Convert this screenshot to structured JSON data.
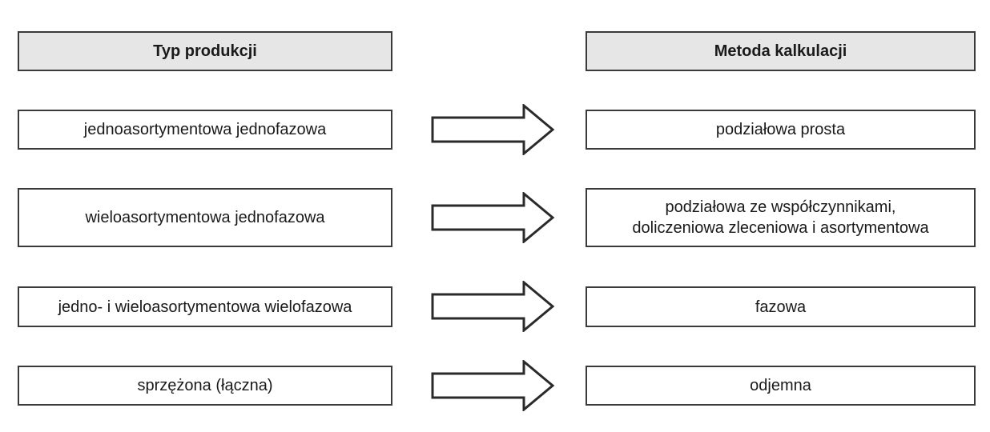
{
  "headers": {
    "left": "Typ produkcji",
    "right": "Metoda kalkulacji"
  },
  "rows": [
    {
      "production_type": "jednoasortymentowa jednofazowa",
      "method_lines": [
        "podziałowa prosta"
      ]
    },
    {
      "production_type": "wieloasortymentowa jednofazowa",
      "method_lines": [
        "podziałowa ze współczynnikami,",
        "doliczeniowa zleceniowa i asortymentowa"
      ]
    },
    {
      "production_type": "jedno- i wieloasortymentowa wielofazowa",
      "method_lines": [
        "fazowa"
      ]
    },
    {
      "production_type": "sprzężona (łączna)",
      "method_lines": [
        "odjemna"
      ]
    }
  ],
  "colors": {
    "header_fill": "#e6e6e6",
    "border": "#3a3a3a",
    "arrow_stroke": "#2a2a2a"
  }
}
